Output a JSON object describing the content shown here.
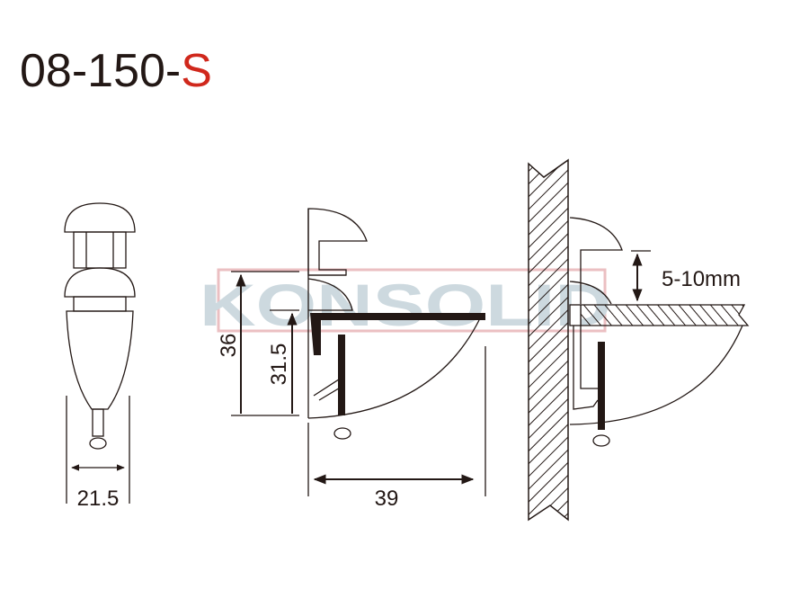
{
  "title": {
    "prefix": "08-150-",
    "suffix": "S",
    "suffix_color": "#d0281c"
  },
  "watermark": {
    "text": "KONSOLID"
  },
  "dimensions": {
    "width_front": "21.5",
    "height_total": "36",
    "height_inner": "31.5",
    "depth": "39",
    "glass_thickness": "5-10mm"
  }
}
